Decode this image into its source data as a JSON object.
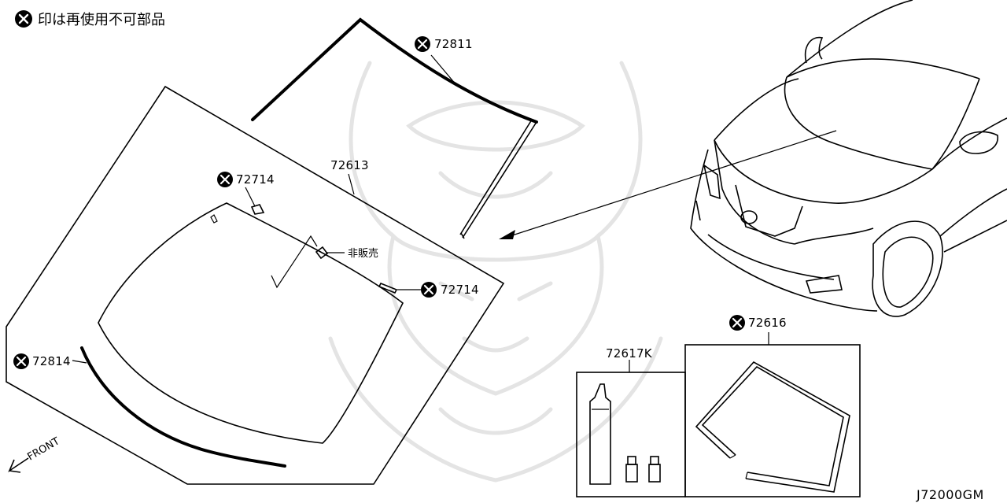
{
  "legend": {
    "icon": "x-circle-icon",
    "text": "印は再使用不可部品"
  },
  "parts": {
    "roof_molding": "72811",
    "windshield_glass": "72613",
    "clip_upper": "72714",
    "clip_right": "72714",
    "lower_molding": "72814",
    "not_sold_label": "非販売",
    "kit": "72617K",
    "dam_rubber": "72616"
  },
  "front_label": "FRONT",
  "diagram_code": "J72000GM"
}
